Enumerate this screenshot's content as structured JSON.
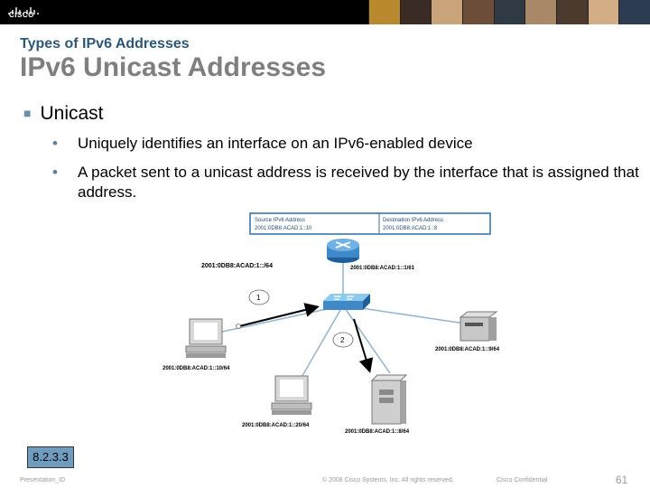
{
  "header": {
    "logo_text": "CISCO",
    "photo_colors": [
      "#b8892f",
      "#3a2c24",
      "#c9a37a",
      "#6b4d3a",
      "#2f3a44",
      "#a98867",
      "#4c3a2e",
      "#d2ad86",
      "#2e3c52"
    ]
  },
  "slide": {
    "subtitle": "Types of IPv6 Addresses",
    "title": "IPv6 Unicast Addresses",
    "bullet_main": "Unicast",
    "bullets": [
      "Uniquely identifies an interface on an IPv6-enabled device",
      "A packet sent to a unicast address is received by the interface that is assigned that address."
    ]
  },
  "diagram": {
    "source_header": "Source IPv6 Address",
    "source_value": "2001:0DB8:ACAD:1::10",
    "dest_header": "Destination IPv6 Address",
    "dest_value": "2001:0DB8:ACAD:1::8",
    "network_label": "2001:0DB8:ACAD:1::/64",
    "router_label": "2001:0DB8:ACAD:1::1/61",
    "pc1_label": "2001:0DB8:ACAD:1::10/64",
    "pc2_label": "2001:0DB8:ACAD:1::20/64",
    "printer_label": "2001:0DB8:ACAD:1::9/64",
    "server_label": "2001:0DB8:ACAD:1::8/64",
    "step1": "1",
    "step2": "2"
  },
  "footer": {
    "reference": "8.2.3.3",
    "presentation_id": "Presentation_ID",
    "copyright": "© 2008 Cisco Systems, Inc. All rights reserved.",
    "confidential": "Cisco Confidential",
    "page_number": "61"
  }
}
